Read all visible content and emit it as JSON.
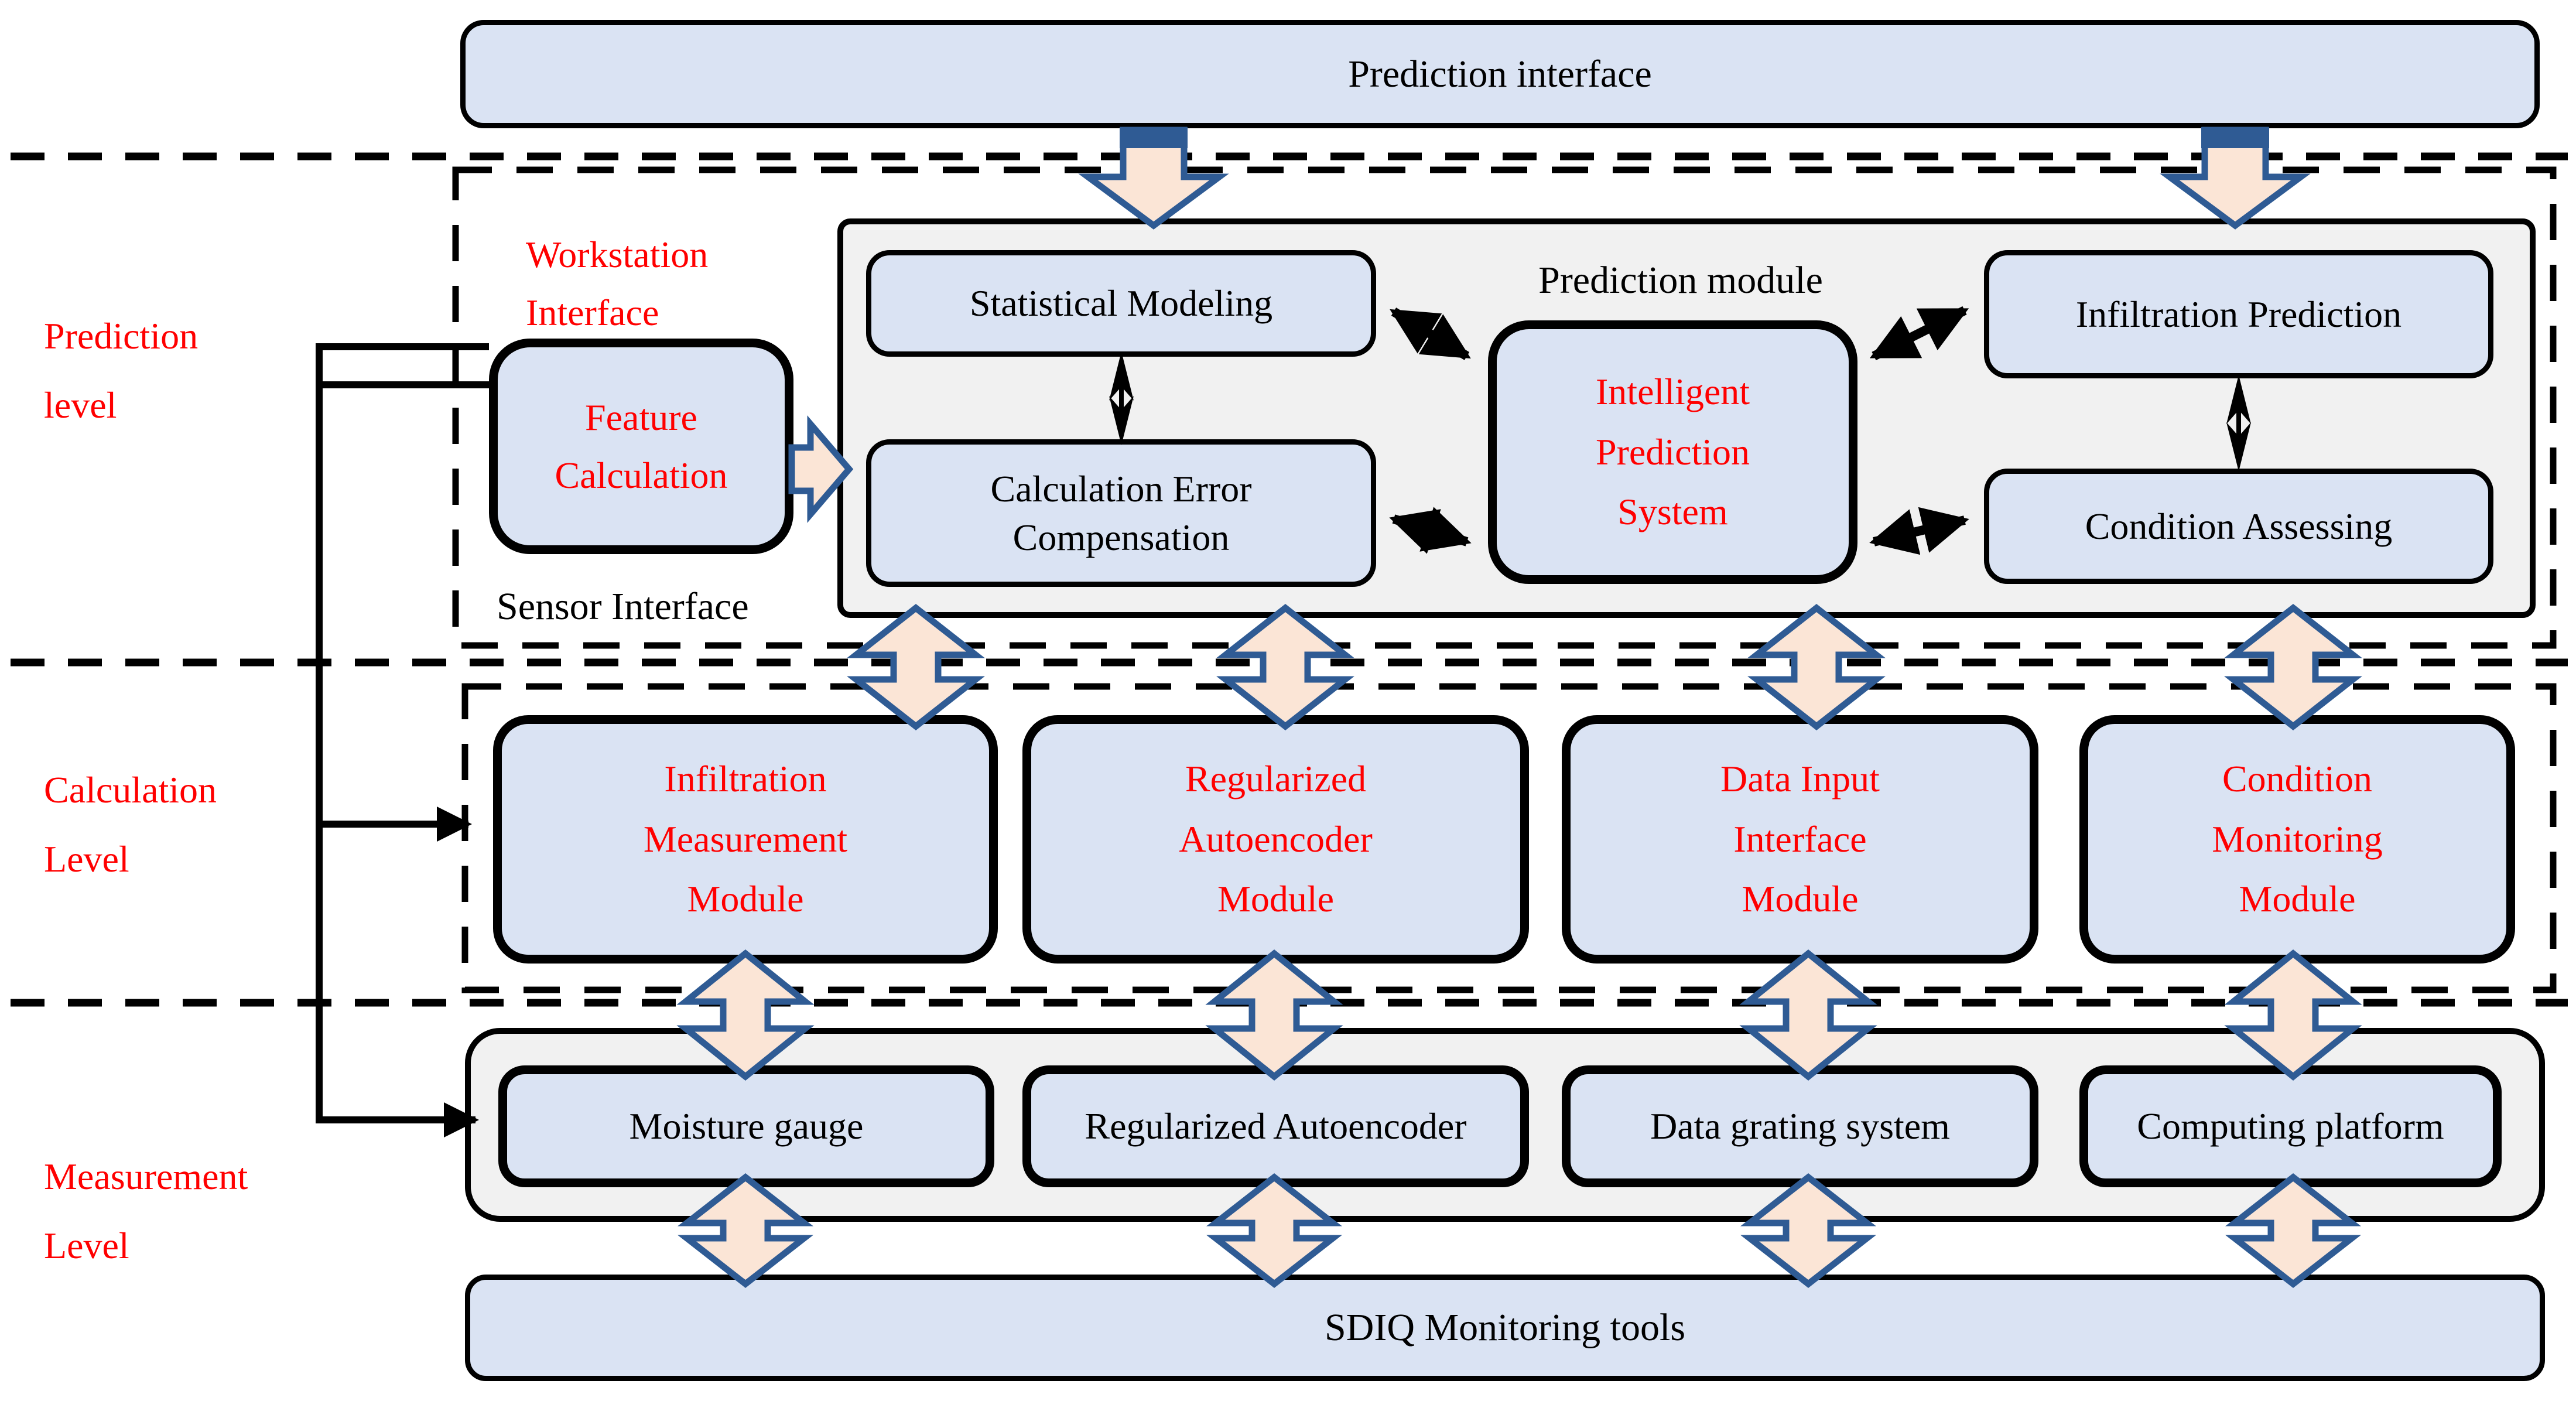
{
  "colors": {
    "box_fill": "#dae3f3",
    "container_fill": "#f1f1f1",
    "arrow_fill": "#fbe5d6",
    "arrow_outline": "#2f5b94",
    "divider_green": "#375623",
    "accent_text_red": "#ff0000",
    "line_black": "#000000"
  },
  "levels": {
    "prediction": "Prediction\nlevel",
    "calculation": "Calculation\nLevel",
    "measurement": "Measurement\nLevel"
  },
  "top_bar": "Prediction interface",
  "workstation_interface": "Workstation\nInterface",
  "sensor_interface": "Sensor Interface",
  "feature_calculation": "Feature\nCalculation",
  "prediction_module": {
    "title": "Prediction module",
    "statistical_modeling": "Statistical Modeling",
    "calculation_error_compensation": "Calculation Error\nCompensation",
    "intelligent_prediction_system": "Intelligent\nPrediction\nSystem",
    "infiltration_prediction": "Infiltration Prediction",
    "condition_assessing": "Condition Assessing"
  },
  "calculation_modules": [
    {
      "label": "Infiltration\nMeasurement\nModule"
    },
    {
      "label": "Regularized\nAutoencoder\nModule"
    },
    {
      "label": "Data Input\nInterface\nModule"
    },
    {
      "label": "Condition\nMonitoring\nModule"
    }
  ],
  "measurement_devices": [
    {
      "label": "Moisture gauge"
    },
    {
      "label": "Regularized Autoencoder"
    },
    {
      "label": "Data grating system"
    },
    {
      "label": "Computing platform"
    }
  ],
  "bottom_bar": "SDIQ Monitoring tools"
}
